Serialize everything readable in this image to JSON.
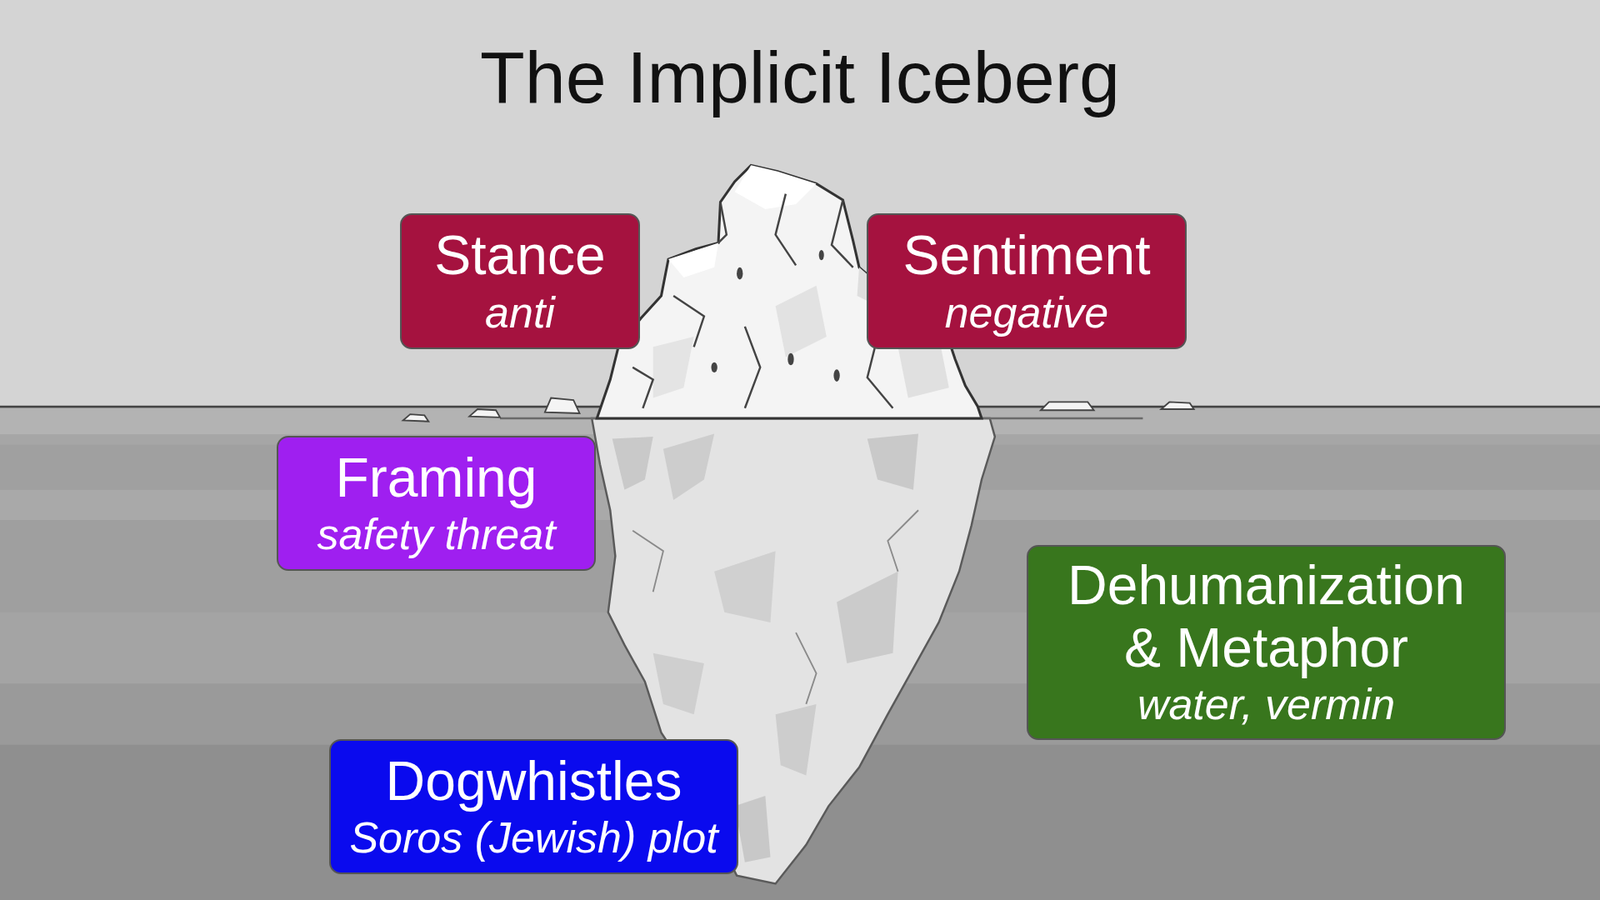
{
  "diagram": {
    "title": "The Implicit Iceberg",
    "nodes": [
      {
        "text": [
          "Stance",
          "anti"
        ]
      },
      {
        "text": [
          "Sentiment",
          "negative"
        ]
      },
      {
        "text": [
          "Framing",
          "safety threat"
        ]
      },
      {
        "text": [
          "Dehumanization & Metaphor",
          "water, vermin"
        ]
      },
      {
        "text": [
          "Dogwhistles",
          "Soros (Jewish) plot"
        ]
      }
    ]
  }
}
